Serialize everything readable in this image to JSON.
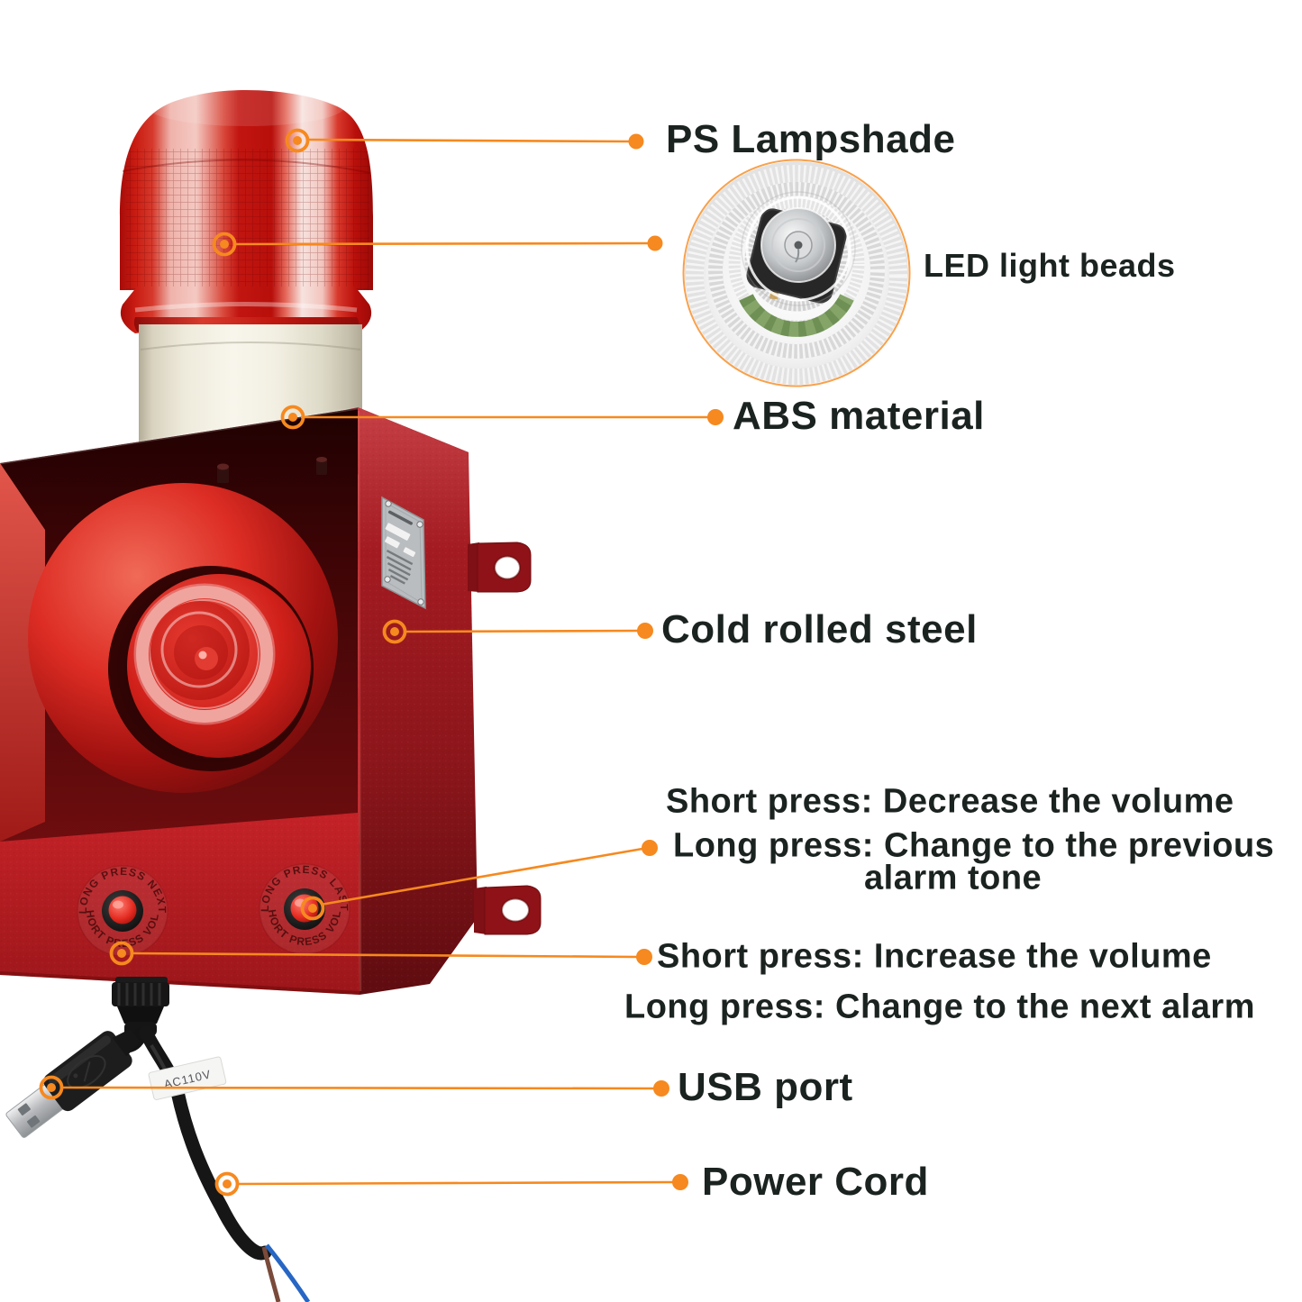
{
  "colors": {
    "accent": "#F6891F",
    "label_text": "#1B2320",
    "device_red": "#C4161C",
    "beacon_red": "#D8120C",
    "cream": "#F2EFE2"
  },
  "labels": {
    "ps_lampshade": "PS Lampshade",
    "led_light_beads": "LED light beads",
    "abs_material": "ABS material",
    "cold_rolled_steel": "Cold rolled steel",
    "decrease_volume": "Short press: Decrease the volume",
    "previous_alarm_line1": "Long press: Change to the previous",
    "previous_alarm_line2": "alarm tone",
    "increase_volume": "Short press: Increase the volume",
    "next_alarm": "Long press: Change to the next alarm",
    "usb_port": "USB port",
    "power_cord": "Power Cord"
  },
  "device": {
    "buttons": {
      "left": {
        "top_arc": "LONG PRESS NEXT",
        "bottom_arc": "SHORT PRESS VOL +"
      },
      "right": {
        "top_arc": "LONG PRESS LAST",
        "bottom_arc": "SHORT PRESS VOL -"
      }
    },
    "power_cord_label": "AC110V"
  }
}
